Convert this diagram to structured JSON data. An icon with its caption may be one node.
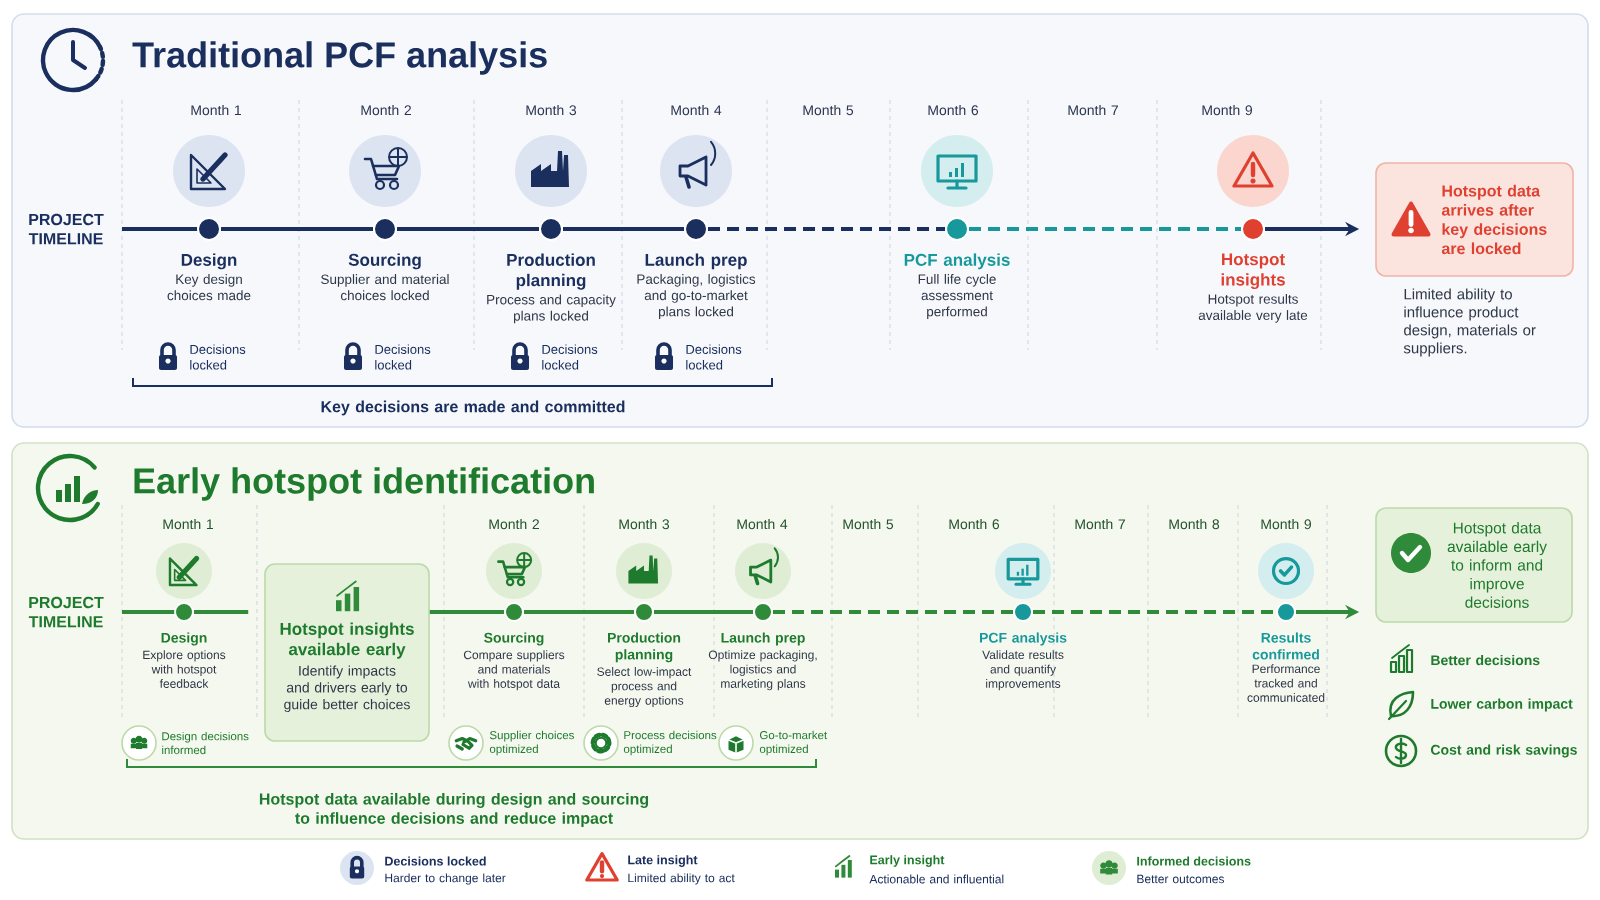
{
  "diagram": {
    "nodes": [
      {
        "text": [
          "Traditional PCF analysis"
        ]
      },
      {
        "text": [
          "Design",
          "Key design choices made"
        ],
        "in": 0
      },
      {
        "text": [
          "Sourcing",
          "Supplier and material choices locked"
        ],
        "in": 0
      },
      {
        "text": [
          "Production planning",
          "Process and capacity plans locked"
        ],
        "in": 0
      },
      {
        "text": [
          "Launch prep",
          "Packaging, logistics and go-to-market plans locked"
        ],
        "in": 0
      },
      {
        "text": [
          "PCF analysis",
          "Full life cycle assessment performed"
        ],
        "in": 0
      },
      {
        "text": [
          "Hotspot insights",
          "Hotspot results available very late"
        ],
        "in": 0
      },
      {
        "text": [
          "Hotspot data arrives after key decisions are locked"
        ],
        "beside": [
          "Limited ability to influence product design, materials or suppliers."
        ],
        "in": 0
      },
      {
        "text": [
          "Early hotspot identification"
        ]
      },
      {
        "text": [
          "Design",
          "Explore options with hotspot feedback"
        ],
        "in": 8
      },
      {
        "text": [
          "Hotspot insights available early",
          "Identify impacts and drivers early to guide better choices"
        ],
        "in": 8
      },
      {
        "text": [
          "Sourcing",
          "Compare suppliers and materials with hotspot data"
        ],
        "in": 8
      },
      {
        "text": [
          "Production planning",
          "Select low-impact process and energy options"
        ],
        "in": 8
      },
      {
        "text": [
          "Launch prep",
          "Optimize packaging, logistics and marketing plans"
        ],
        "in": 8
      },
      {
        "text": [
          "PCF analysis",
          "Validate results and quantify improvements"
        ],
        "in": 8
      },
      {
        "text": [
          "Results confirmed",
          "Performance tracked and communicated"
        ],
        "in": 8
      },
      {
        "text": [
          "Hotspot data available early to inform and improve decisions"
        ],
        "in": 8
      }
    ],
    "edges": [
      {
        "from": 1,
        "to": 2,
        "arrow": "none",
        "color": "#1b2f5e"
      },
      {
        "from": 2,
        "to": 3,
        "arrow": "none",
        "color": "#1b2f5e"
      },
      {
        "from": 3,
        "to": 4,
        "arrow": "none",
        "color": "#1b2f5e"
      },
      {
        "from": 4,
        "to": 5,
        "arrow": "none",
        "style": "dashed",
        "color": "#1b2f5e"
      },
      {
        "from": 5,
        "to": 6,
        "arrow": "none",
        "style": "dashed",
        "color": "#17989a"
      },
      {
        "from": 6,
        "to": 7,
        "arrow": "to",
        "color": "#1b2f5e"
      },
      {
        "from": 9,
        "to": 10,
        "arrow": "none",
        "color": "#2f8a3a"
      },
      {
        "from": 10,
        "to": 11,
        "arrow": "none",
        "color": "#2f8a3a"
      },
      {
        "from": 11,
        "to": 12,
        "arrow": "none",
        "color": "#2f8a3a"
      },
      {
        "from": 12,
        "to": 13,
        "arrow": "none",
        "color": "#2f8a3a"
      },
      {
        "from": 13,
        "to": 14,
        "arrow": "none",
        "style": "dashed",
        "color": "#2f8a3a"
      },
      {
        "from": 14,
        "to": 15,
        "arrow": "none",
        "style": "dashed",
        "color": "#2f8a3a"
      },
      {
        "from": 15,
        "to": 16,
        "arrow": "to",
        "color": "#2f8a3a"
      }
    ],
    "labels": [
      "PROJECT TIMELINE",
      "Month 1",
      "Month 2",
      "Month 3",
      "Month 4",
      "Month 5",
      "Month 6",
      "Month 7",
      "Month 9",
      "Key decisions are made and committed",
      "PROJECT TIMELINE",
      "Month 1",
      "Month 2",
      "Month 3",
      "Month 4",
      "Month 5",
      "Month 6",
      "Month 7",
      "Month 8",
      "Month 9",
      "Hotspot data available during design and sourcing to influence decisions and reduce impact",
      "Better decisions",
      "Lower carbon impact",
      "Cost and risk savings",
      "Harder to change later",
      "Limited ability to act",
      "Actionable and influential",
      "Better outcomes",
      "Decisions locked",
      "Decisions locked",
      "Decisions locked",
      "Decisions locked",
      "Design decisions informed",
      "Supplier choices optimized",
      "Process decisions optimized",
      "Go-to-market optimized"
    ],
    "legend": [
      {
        "text": "Decisions locked"
      },
      {
        "text": "Late insight"
      },
      {
        "text": "Early insight"
      },
      {
        "text": "Informed decisions"
      }
    ]
  }
}
